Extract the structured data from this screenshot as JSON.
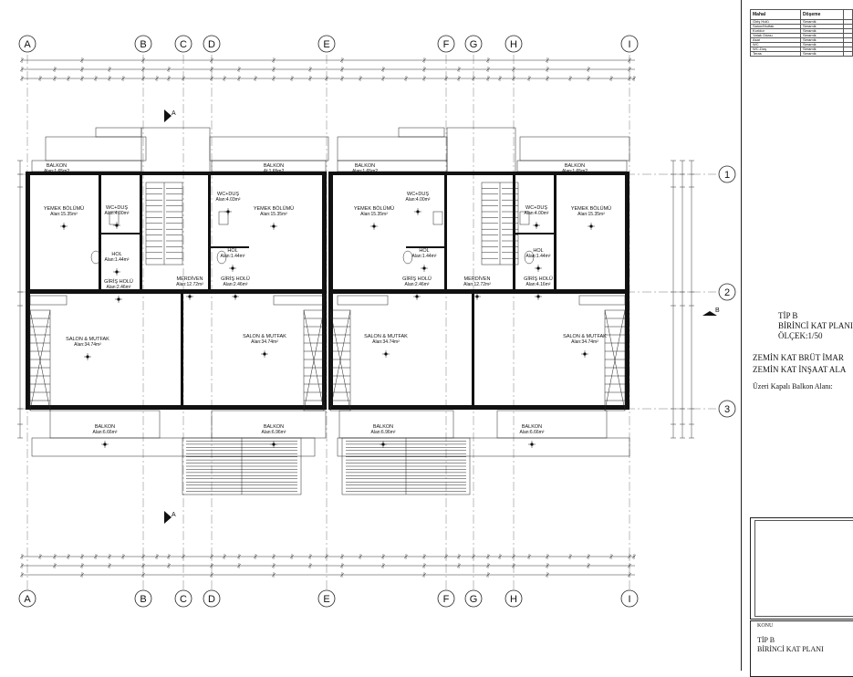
{
  "grid": {
    "columns_top": [
      "A",
      "B",
      "C",
      "D",
      "E",
      "F",
      "G",
      "H",
      "I"
    ],
    "columns_bottom": [
      "A",
      "B",
      "C",
      "D",
      "E",
      "F",
      "G",
      "H",
      "I"
    ],
    "rows": [
      "1",
      "2",
      "3"
    ]
  },
  "section_marks": [
    "A",
    "A",
    "B"
  ],
  "rooms": [
    {
      "name": "BALKON",
      "area": "Alan:1.65m2"
    },
    {
      "name": "BALKON",
      "area": "Al:1.65m2"
    },
    {
      "name": "BALKON",
      "area": "Alan:1.65m2"
    },
    {
      "name": "BALKON",
      "area": "Alan:1.65m2"
    },
    {
      "name": "YEMEK BÖLÜMÜ",
      "area": "Alan:15.35m²"
    },
    {
      "name": "YEMEK BÖLÜMÜ",
      "area": "Alan:15.35m²"
    },
    {
      "name": "YEMEK BÖLÜMÜ",
      "area": "Alan:15.35m²"
    },
    {
      "name": "YEMEK BÖLÜMÜ",
      "area": "Alan:15.35m²"
    },
    {
      "name": "WC+DUŞ",
      "area": "Alan:4.00m²"
    },
    {
      "name": "WC+DUŞ",
      "area": "Alan:4.03m²"
    },
    {
      "name": "WC+DUŞ",
      "area": "Alan:4.00m²"
    },
    {
      "name": "WC+DUŞ",
      "area": "Alan:4.00m²"
    },
    {
      "name": "HOL",
      "area": "Alan:1.44m²"
    },
    {
      "name": "HOL",
      "area": "Alan:1.44m²"
    },
    {
      "name": "HOL",
      "area": "Alan:1.44m²"
    },
    {
      "name": "HOL",
      "area": "Alan:1.44m²"
    },
    {
      "name": "MERDİVEN",
      "area": "Alan:12.72m²"
    },
    {
      "name": "MERDİVEN",
      "area": "Alan:12.72m²"
    },
    {
      "name": "GİRİŞ HOLÜ",
      "area": "Alan:2.46m²"
    },
    {
      "name": "GİRİŞ HOLÜ",
      "area": "Alan:2.46m²"
    },
    {
      "name": "GİRİŞ HOLÜ",
      "area": "Alan:2.46m²"
    },
    {
      "name": "GİRİŞ HOLÜ",
      "area": "Alan:4.16m²"
    },
    {
      "name": "SALON & MUTFAK",
      "area": "Alan:34.74m²"
    },
    {
      "name": "SALON & MUTFAK",
      "area": "Alan:34.74m²"
    },
    {
      "name": "SALON & MUTFAK",
      "area": "Alan:34.74m²"
    },
    {
      "name": "SALON & MUTFAK",
      "area": "Alan:34.74m²"
    },
    {
      "name": "BALKON",
      "area": "Alan:6.66m²"
    },
    {
      "name": "BALKON",
      "area": "Alan:6.96m²"
    },
    {
      "name": "BALKON",
      "area": "Alan:6.96m²"
    },
    {
      "name": "BALKON",
      "area": "Alan:6.66m²"
    }
  ],
  "legend": {
    "headers": [
      "Mahal",
      "Döşeme"
    ],
    "rows": [
      [
        "Giriş Holü",
        "Seramik"
      ],
      [
        "Salon/Mutfak",
        "Seramik"
      ],
      [
        "Koridor",
        "Seramik"
      ],
      [
        "Yatak Odası",
        "Seramik"
      ],
      [
        "Asar",
        "Seramik"
      ],
      [
        "WC",
        "Seramik"
      ],
      [
        "WC-Duş",
        "Seramik"
      ],
      [
        "Teras",
        "Seramik"
      ]
    ]
  },
  "side": {
    "type": "TİP B",
    "plan_name": "BİRİNCİ KAT PLANI",
    "scale": "ÖLÇEK:1/50",
    "brut": "ZEMİN KAT BRÜT İMAR",
    "insaat": "ZEMİN KAT İNŞAAT ALA",
    "balkon": "Üzeri Kapalı Balkon Alanı:"
  },
  "title_block": {
    "label": "KONU",
    "type": "TİP B",
    "plan_name": "BİRİNCİ KAT PLANI"
  }
}
